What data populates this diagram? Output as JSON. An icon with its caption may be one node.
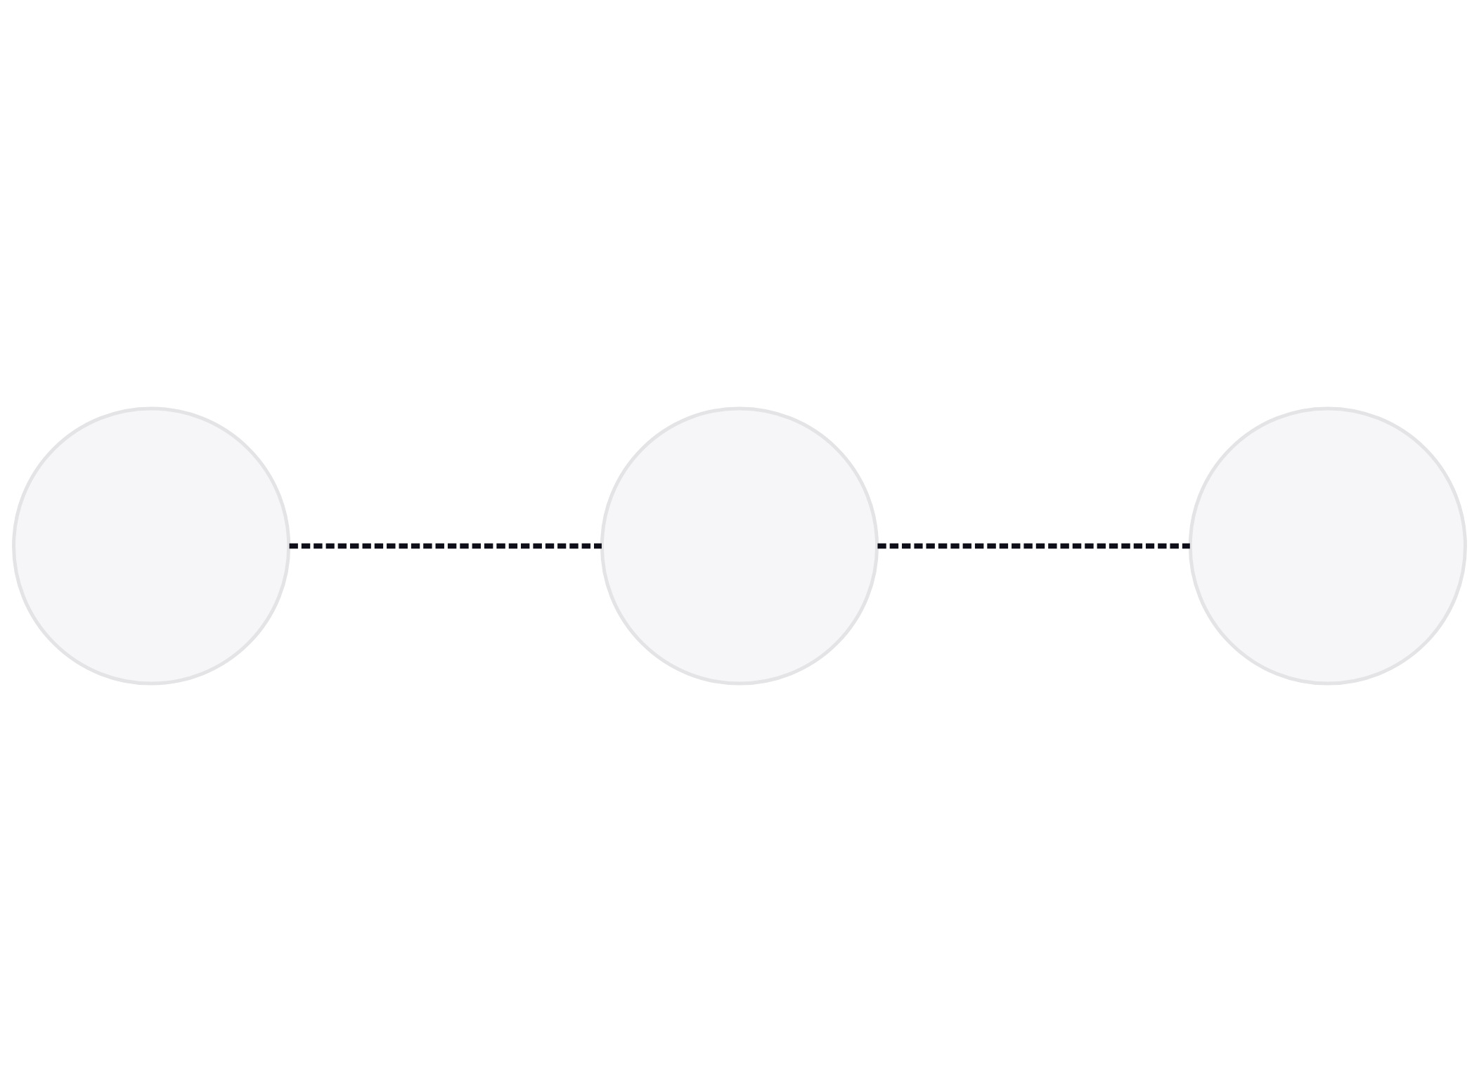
{
  "diagram": {
    "nodes": [
      {
        "text": [],
        "shape": "person"
      },
      {
        "text": [],
        "shape": "person"
      },
      {
        "text": [],
        "shape": "person"
      }
    ],
    "edges": [
      {
        "from": 0,
        "to": 1,
        "arrow": "none",
        "style": "dashed"
      },
      {
        "from": 1,
        "to": 2,
        "arrow": "none",
        "style": "dashed"
      }
    ]
  }
}
